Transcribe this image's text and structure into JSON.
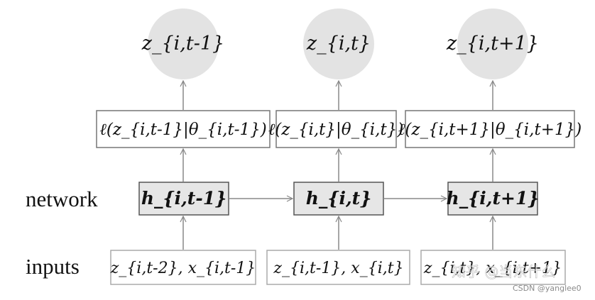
{
  "row_labels": {
    "network": "network",
    "inputs": "inputs"
  },
  "outputs": [
    "z_{i,t-1}",
    "z_{i,t}",
    "z_{i,t+1}"
  ],
  "likelihoods": [
    "ℓ(z_{i,t-1}|θ_{i,t-1})",
    "ℓ(z_{i,t}|θ_{i,t})",
    "ℓ(z_{i,t+1}|θ_{i,t+1})"
  ],
  "hidden_states": [
    "h_{i,t-1}",
    "h_{i,t}",
    "h_{i,t+1}"
  ],
  "inputs": [
    "z_{i,t-2}, x_{i,t-1}",
    "z_{i,t-1}, x_{i,t}",
    "z_{i,t}, x_{i,t+1}"
  ],
  "watermark": {
    "zhihu": "知乎 @当东什么",
    "csdn": "CSDN @yanglee0"
  },
  "colors": {
    "circle_fill": "#e3e3e3",
    "hidden_fill": "#e6e6e6",
    "line": "#888888"
  }
}
